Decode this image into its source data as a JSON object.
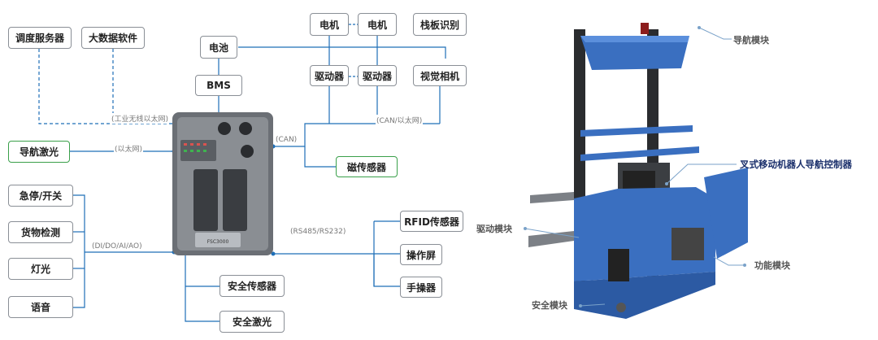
{
  "diagram": {
    "boxes": {
      "dispatch_server": "调度服务器",
      "bigdata_software": "大数据软件",
      "battery": "电池",
      "bms": "BMS",
      "motor1": "电机",
      "motor2": "电机",
      "pallet_recognition": "栈板识别",
      "driver1": "驱动器",
      "driver2": "驱动器",
      "vision_camera": "视觉相机",
      "nav_laser": "导航激光",
      "magnetic_sensor": "磁传感器",
      "estop": "急停/开关",
      "cargo_detect": "货物检测",
      "light": "灯光",
      "voice": "语音",
      "rfid_sensor": "RFID传感器",
      "operation_screen": "操作屏",
      "hand_controller": "手操器",
      "safety_sensor": "安全传感器",
      "safety_laser": "安全激光"
    },
    "labels": {
      "industrial_wireless": "(工业无线以太网)",
      "ethernet": "(以太网)",
      "can": "(CAN)",
      "can_ethernet": "(CAN/以太网)",
      "io": "(DI/DO/AI/AO)",
      "serial": "(RS485/RS232)"
    },
    "controller_model": "FSC3000"
  },
  "robot": {
    "callouts": {
      "nav_module": "导航模块",
      "controller": "叉式移动机器人导航控制器",
      "drive_module": "驱动模块",
      "function_module": "功能模块",
      "safety_module": "安全模块"
    }
  }
}
